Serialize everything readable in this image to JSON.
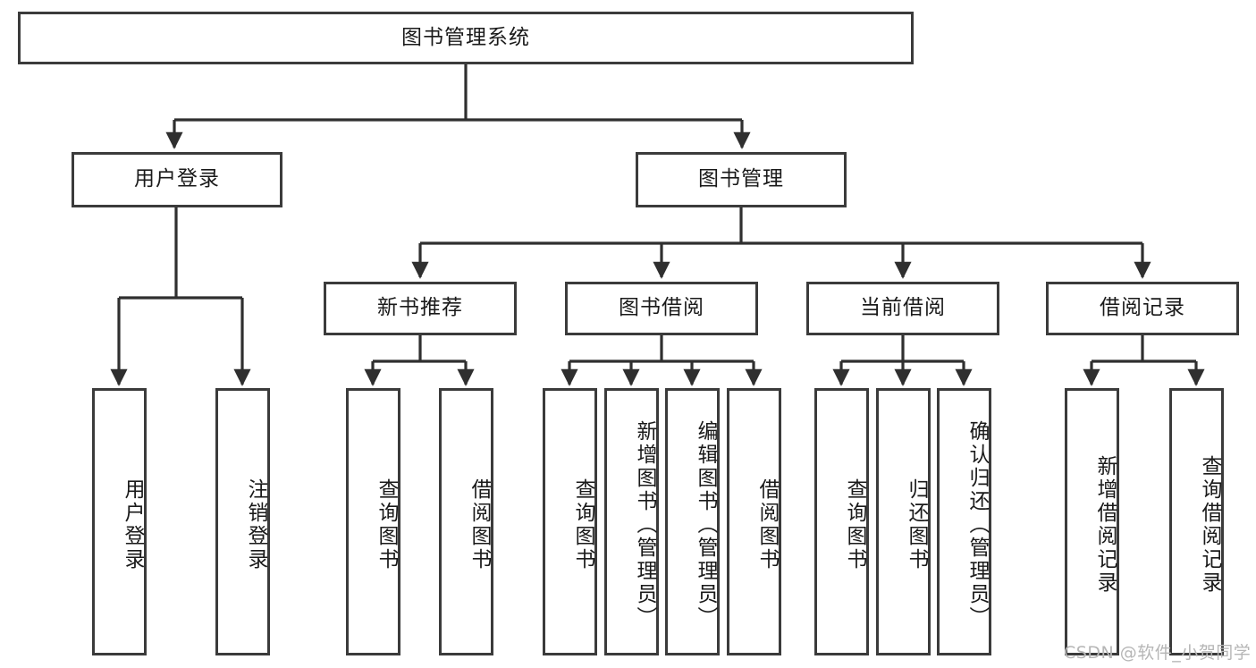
{
  "diagram": {
    "type": "tree-hierarchy",
    "title": "图书管理系统",
    "watermark": "CSDN @软件_小贺同学",
    "colors": {
      "box_border": "#3b3b3b",
      "box_fill": "#ffffff",
      "edge": "#2f2f2f",
      "text": "#1a1a1a",
      "watermark": "#b6b6b6"
    },
    "nodes": {
      "root": {
        "label": "图书管理系统",
        "level": 1,
        "orientation": "horizontal"
      },
      "user_login": {
        "label": "用户登录",
        "level": 2,
        "orientation": "horizontal"
      },
      "book_manage": {
        "label": "图书管理",
        "level": 2,
        "orientation": "horizontal"
      },
      "new_book_rec": {
        "label": "新书推荐",
        "level": 3,
        "orientation": "horizontal"
      },
      "book_borrow": {
        "label": "图书借阅",
        "level": 3,
        "orientation": "horizontal"
      },
      "current_borrow": {
        "label": "当前借阅",
        "level": 3,
        "orientation": "horizontal"
      },
      "borrow_record": {
        "label": "借阅记录",
        "level": 3,
        "orientation": "horizontal"
      },
      "leaf_user_login": {
        "label": "用户登录",
        "level": 4,
        "orientation": "vertical"
      },
      "leaf_logout": {
        "label": "注销登录",
        "level": 4,
        "orientation": "vertical"
      },
      "leaf_query_book_1": {
        "label": "查询图书",
        "level": 4,
        "orientation": "vertical"
      },
      "leaf_borrow_book_1": {
        "label": "借阅图书",
        "level": 4,
        "orientation": "vertical"
      },
      "leaf_query_book_2": {
        "label": "查询图书",
        "level": 4,
        "orientation": "vertical"
      },
      "leaf_add_book": {
        "label": "新增图书（管理员）",
        "level": 4,
        "orientation": "vertical"
      },
      "leaf_edit_book": {
        "label": "编辑图书（管理员）",
        "level": 4,
        "orientation": "vertical"
      },
      "leaf_borrow_book_2": {
        "label": "借阅图书",
        "level": 4,
        "orientation": "vertical"
      },
      "leaf_query_book_3": {
        "label": "查询图书",
        "level": 4,
        "orientation": "vertical"
      },
      "leaf_return_book": {
        "label": "归还图书",
        "level": 4,
        "orientation": "vertical"
      },
      "leaf_confirm_return": {
        "label": "确认归还（管理员）",
        "level": 4,
        "orientation": "vertical"
      },
      "leaf_add_record": {
        "label": "新增借阅记录",
        "level": 4,
        "orientation": "vertical"
      },
      "leaf_query_record": {
        "label": "查询借阅记录",
        "level": 4,
        "orientation": "vertical"
      }
    },
    "edges": [
      {
        "from": "root",
        "to": "user_login"
      },
      {
        "from": "root",
        "to": "book_manage"
      },
      {
        "from": "user_login",
        "to": "leaf_user_login"
      },
      {
        "from": "user_login",
        "to": "leaf_logout"
      },
      {
        "from": "book_manage",
        "to": "new_book_rec"
      },
      {
        "from": "book_manage",
        "to": "book_borrow"
      },
      {
        "from": "book_manage",
        "to": "current_borrow"
      },
      {
        "from": "book_manage",
        "to": "borrow_record"
      },
      {
        "from": "new_book_rec",
        "to": "leaf_query_book_1"
      },
      {
        "from": "new_book_rec",
        "to": "leaf_borrow_book_1"
      },
      {
        "from": "book_borrow",
        "to": "leaf_query_book_2"
      },
      {
        "from": "book_borrow",
        "to": "leaf_add_book"
      },
      {
        "from": "book_borrow",
        "to": "leaf_edit_book"
      },
      {
        "from": "book_borrow",
        "to": "leaf_borrow_book_2"
      },
      {
        "from": "current_borrow",
        "to": "leaf_query_book_3"
      },
      {
        "from": "current_borrow",
        "to": "leaf_return_book"
      },
      {
        "from": "current_borrow",
        "to": "leaf_confirm_return"
      },
      {
        "from": "borrow_record",
        "to": "leaf_add_record"
      },
      {
        "from": "borrow_record",
        "to": "leaf_query_record"
      }
    ]
  }
}
